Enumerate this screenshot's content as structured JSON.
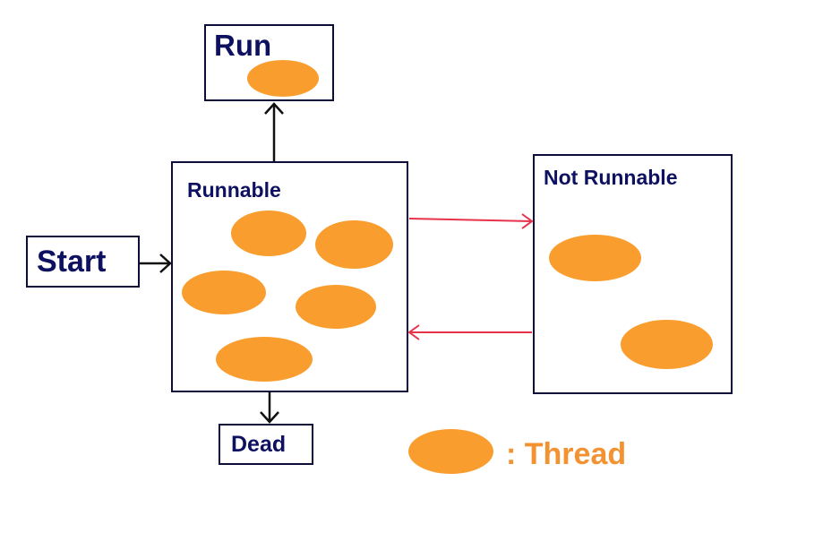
{
  "states": {
    "run": "Run",
    "runnable": "Runnable",
    "not_runnable": "Not Runnable",
    "start": "Start",
    "dead": "Dead"
  },
  "legend": {
    "label": ": Thread"
  },
  "colors": {
    "thread": "#f99e2e",
    "text": "#0d1160",
    "border": "#0d0d3a",
    "arrow_dark": "#111111",
    "arrow_red": "#e8324a",
    "legend_text": "#f29231"
  }
}
